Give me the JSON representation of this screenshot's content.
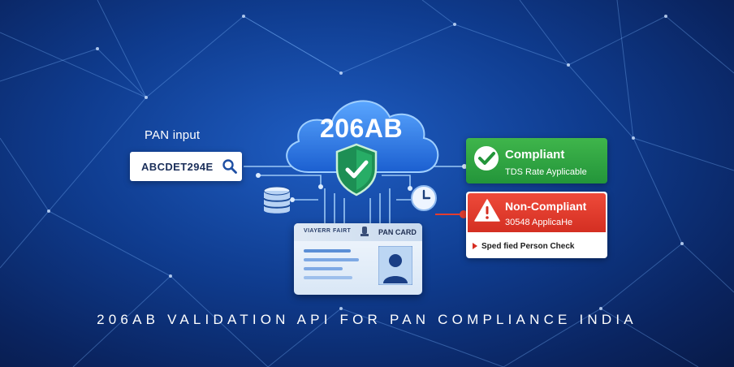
{
  "pan_input": {
    "label": "PAN input",
    "value": "ABCDET294E",
    "icon": "search-icon"
  },
  "cloud": {
    "label": "206AB"
  },
  "pan_card": {
    "left_text": "VIAYERR",
    "mid_text": "FAIRT",
    "title": "PAN CARD"
  },
  "status": {
    "compliant": {
      "title": "Compliant",
      "subtitle": "TDS Rate Ayplicable",
      "color": "#2ea443"
    },
    "non_compliant": {
      "title": "Non-Compliant",
      "subtitle": "30548 ApplicaHe",
      "check_label": "Sped fied Person Check",
      "color": "#e03a2c"
    }
  },
  "footer": {
    "title": "206AB VALIDATION API FOR PAN COMPLIANCE INDIA"
  }
}
